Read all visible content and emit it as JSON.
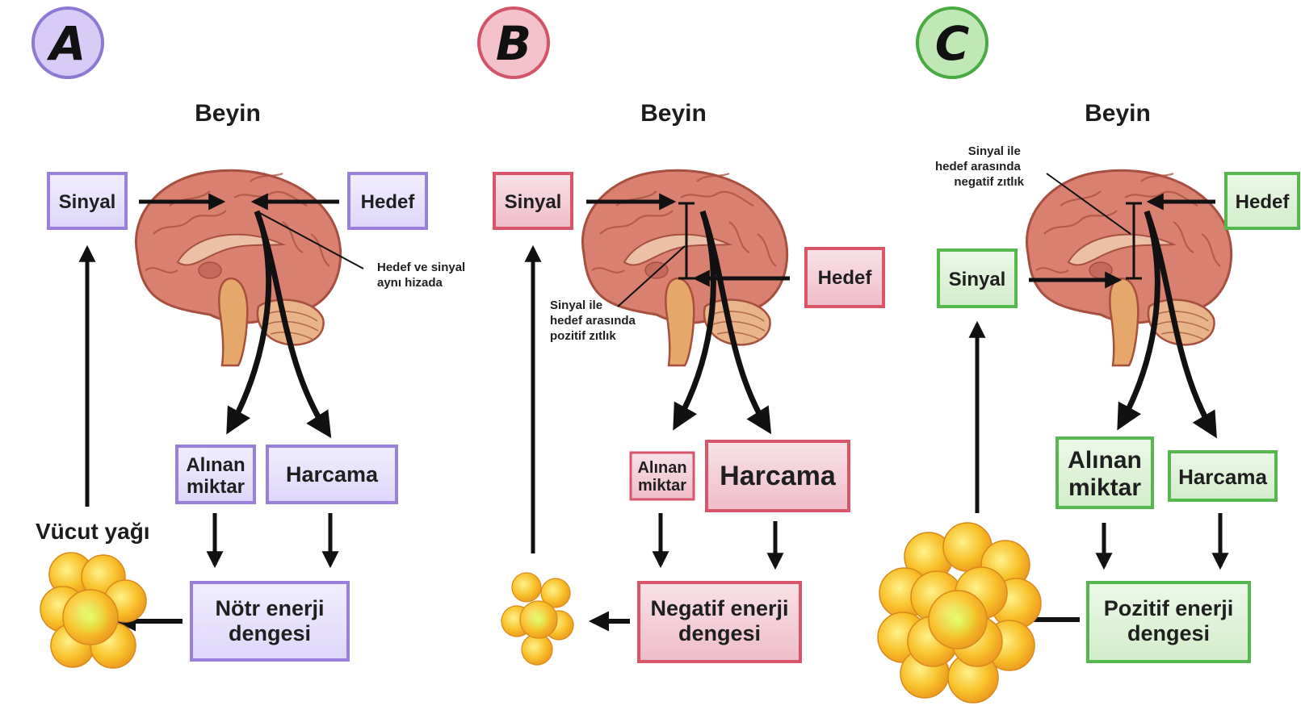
{
  "colors": {
    "purple_border": "#9b7fdc",
    "purple_fill": "#e9e4fb",
    "red_border": "#d9566a",
    "red_fill": "#f4d3dc",
    "green_border": "#55b84e",
    "green_fill": "#def2d8",
    "arrow": "#111111",
    "brain": "#d77766",
    "fat": "#f7c531"
  },
  "panels": [
    {
      "letter": "A",
      "title": "Beyin",
      "signal": "Sinyal",
      "target": "Hedef",
      "note": [
        "Hedef ve sinyal",
        "aynı hizada"
      ],
      "intake": [
        "Alınan",
        "miktar"
      ],
      "expenditure": "Harcama",
      "balance": [
        "Nötr enerji",
        "dengesi"
      ],
      "fat_label": "Vücut yağı"
    },
    {
      "letter": "B",
      "title": "Beyin",
      "signal": "Sinyal",
      "target": "Hedef",
      "note": [
        "Sinyal ile",
        "hedef arasında",
        "pozitif zıtlık"
      ],
      "intake": [
        "Alınan",
        "miktar"
      ],
      "expenditure": "Harcama",
      "balance": [
        "Negatif enerji",
        "dengesi"
      ]
    },
    {
      "letter": "C",
      "title": "Beyin",
      "signal": "Sinyal",
      "target": "Hedef",
      "note": [
        "Sinyal ile",
        "hedef arasında",
        "negatif zıtlık"
      ],
      "intake": [
        "Alınan",
        "miktar"
      ],
      "expenditure": "Harcama",
      "balance": [
        "Pozitif enerji",
        "dengesi"
      ]
    }
  ]
}
